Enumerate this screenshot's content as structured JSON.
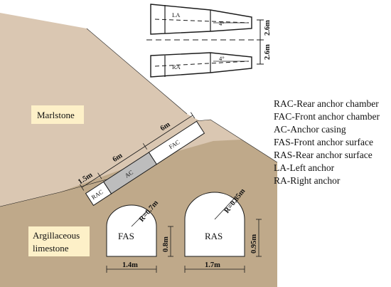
{
  "colors": {
    "marlstone": "#dac7b2",
    "limestone": "#bfa98a",
    "label_box": "#fdf0c8",
    "anchor_casing": "#bdbdbd",
    "outline": "#1a1a1a"
  },
  "layers": {
    "upper_label": "Marlstone",
    "lower_label_line1": "Argillaceous",
    "lower_label_line2": "limestone"
  },
  "anchor": {
    "rear_chamber": "RAC",
    "casing": "AC",
    "front_chamber": "FAC",
    "dim_rac": "1.5m",
    "dim_ac": "6m",
    "dim_fac": "6m"
  },
  "surfaces": {
    "front": {
      "label": "FAS",
      "radius": "R=0.7m",
      "height": "0.8m",
      "width": "1.4m"
    },
    "rear": {
      "label": "RAS",
      "radius": "R=0.85m",
      "height": "0.95m",
      "width": "1.7m"
    }
  },
  "plan_view": {
    "left_label": "LA",
    "right_label": "RA",
    "angle_left": "4°",
    "angle_right": "4°",
    "spacing_upper": "2.6m",
    "spacing_lower": "2.6m"
  },
  "legend": [
    "RAC-Rear anchor chamber",
    "FAC-Front anchor chamber",
    "AC-Anchor casing",
    "FAS-Front anchor surface",
    "RAS-Rear anchor surface",
    "LA-Left anchor",
    "RA-Right anchor"
  ]
}
